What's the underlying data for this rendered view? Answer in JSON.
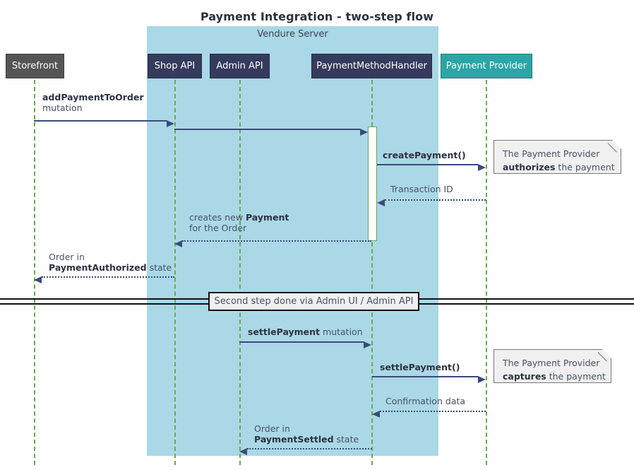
{
  "title": "Payment Integration - two-step flow",
  "group": {
    "label": "Vendure Server",
    "color": "#aad8e6"
  },
  "participants": [
    {
      "name": "storefront",
      "label": "Storefront",
      "color": "#555555"
    },
    {
      "name": "shop-api",
      "label": "Shop API",
      "color": "#353b5c"
    },
    {
      "name": "admin-api",
      "label": "Admin API",
      "color": "#353b5c"
    },
    {
      "name": "payment-method-handler",
      "label": "PaymentMethodHandler",
      "color": "#353b5c"
    },
    {
      "name": "payment-provider",
      "label": "Payment Provider",
      "color": "#2ba5a5"
    }
  ],
  "messages": [
    {
      "name": "add-payment-to-order",
      "from": "storefront",
      "to": "shop-api",
      "style": "solid",
      "direction": "right",
      "label_bold": "addPaymentToOrder",
      "label_rest": "mutation",
      "label_lines": 2
    },
    {
      "name": "shop-api-to-handler",
      "from": "shop-api",
      "to": "payment-method-handler",
      "style": "solid",
      "direction": "right",
      "label_bold": "",
      "label_rest": "",
      "label_lines": 0
    },
    {
      "name": "create-payment",
      "from": "payment-method-handler",
      "to": "payment-provider",
      "style": "solid",
      "direction": "right",
      "label_bold": "createPayment()",
      "label_rest": "",
      "label_lines": 1
    },
    {
      "name": "transaction-id",
      "from": "payment-provider",
      "to": "payment-method-handler",
      "style": "dotted",
      "direction": "left",
      "label_bold": "",
      "label_rest": "Transaction ID",
      "label_lines": 1
    },
    {
      "name": "creates-new-payment",
      "from": "payment-method-handler",
      "to": "shop-api",
      "style": "dotted",
      "direction": "left",
      "label_line1_pre": "creates new ",
      "label_line1_bold": "Payment",
      "label_line2": "for the Order",
      "label_lines": 2
    },
    {
      "name": "order-payment-authorized",
      "from": "shop-api",
      "to": "storefront",
      "style": "dotted",
      "direction": "left",
      "label_line1": "Order in",
      "label_line2_bold": "PaymentAuthorized",
      "label_line2_post": " state",
      "label_lines": 2
    },
    {
      "name": "settle-payment-mutation",
      "from": "admin-api",
      "to": "payment-method-handler",
      "style": "solid",
      "direction": "right",
      "label_bold": "settlePayment",
      "label_rest": "mutation",
      "label_lines": 1
    },
    {
      "name": "settle-payment-call",
      "from": "payment-method-handler",
      "to": "payment-provider",
      "style": "solid",
      "direction": "right",
      "label_bold": "settlePayment()",
      "label_rest": "",
      "label_lines": 1
    },
    {
      "name": "confirmation-data",
      "from": "payment-provider",
      "to": "payment-method-handler",
      "style": "dotted",
      "direction": "left",
      "label_bold": "",
      "label_rest": "Confirmation data",
      "label_lines": 1
    },
    {
      "name": "order-payment-settled",
      "from": "payment-method-handler",
      "to": "admin-api",
      "style": "dotted",
      "direction": "left",
      "label_line1": "Order in",
      "label_line2_bold": "PaymentSettled",
      "label_line2_post": " state",
      "label_lines": 2
    }
  ],
  "notes": [
    {
      "name": "note-authorizes",
      "line1": "The Payment Provider",
      "line2_bold": "authorizes",
      "line2_post": " the payment"
    },
    {
      "name": "note-captures",
      "line1": "The Payment Provider",
      "line2_bold": "captures",
      "line2_post": " the payment"
    }
  ],
  "divider": {
    "name": "divider-second-step",
    "label": "Second step done via Admin UI / Admin API"
  },
  "labels": {
    "add_payment_line1_bold": "addPaymentToOrder",
    "add_payment_line2": "mutation",
    "create_payment": "createPayment()",
    "transaction_id": "Transaction ID",
    "creates_new_pre": "creates new ",
    "creates_new_bold": "Payment",
    "creates_new_line2": "for the Order",
    "order_in": "Order in",
    "payment_authorized_bold": "PaymentAuthorized",
    "state_suffix": " state",
    "settle_payment_bold": "settlePayment",
    "settle_payment_rest": " mutation",
    "settle_payment_call": "settlePayment()",
    "confirmation_data": "Confirmation data",
    "payment_settled_bold": "PaymentSettled"
  }
}
